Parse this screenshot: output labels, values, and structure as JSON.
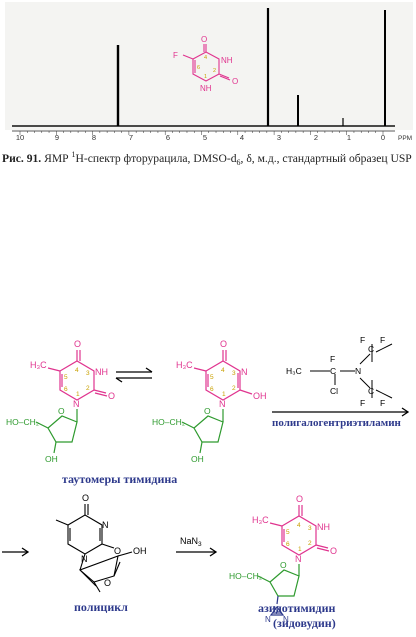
{
  "nmr_figure": {
    "caption": {
      "number": "Рис. 91.",
      "pre": "ЯМР ",
      "sup": "1",
      "mid": "Н-спектр фторурацила, DMSO-d",
      "sub": "6",
      "post": ", δ, м.д., стандартный образец USP"
    },
    "ppm_label": "PPM",
    "axis_ticks": [
      "10",
      "9",
      "8",
      "7",
      "6",
      "5",
      "4",
      "3",
      "2",
      "1",
      "0"
    ],
    "inset_molecule": {
      "F": "F",
      "O_top": "O",
      "NH_3": "NH",
      "NH_1": "NH",
      "O_bottom": "O",
      "pos6": "6",
      "pos4": "4",
      "pos1": "1",
      "pos2": "2"
    }
  },
  "reaction_scheme": {
    "tautomer_label": "таутомеры тимидина",
    "reagent_label": "полигалогентриэтиламин",
    "reagent_atoms": {
      "F": "F",
      "N": "N",
      "Cl": "Cl",
      "CH3": "H₃C",
      "C": "C"
    },
    "polycycle_label": "полицикл",
    "nan3_label": "NaN",
    "nan3_sub": "3",
    "azt_label_1": "азидотимидин",
    "azt_label_2": "(зидовудин)",
    "atoms": {
      "H3C": "H₃C",
      "O": "O",
      "N": "N",
      "NH": "NH",
      "OH": "OH",
      "HO": "HO",
      "CH2": "CH₂",
      "HO_CH2": "HO–CH₂",
      "n1": "1",
      "n2": "2",
      "n3": "3",
      "n4": "4",
      "n5": "5",
      "n6": "6"
    },
    "colors": {
      "pyrimidine": "#e0348f",
      "sugar": "#2e9a2e",
      "azide": "#2e3a8c",
      "ring_numbers": "#c8a000",
      "labels": "#2e3a8c"
    }
  }
}
